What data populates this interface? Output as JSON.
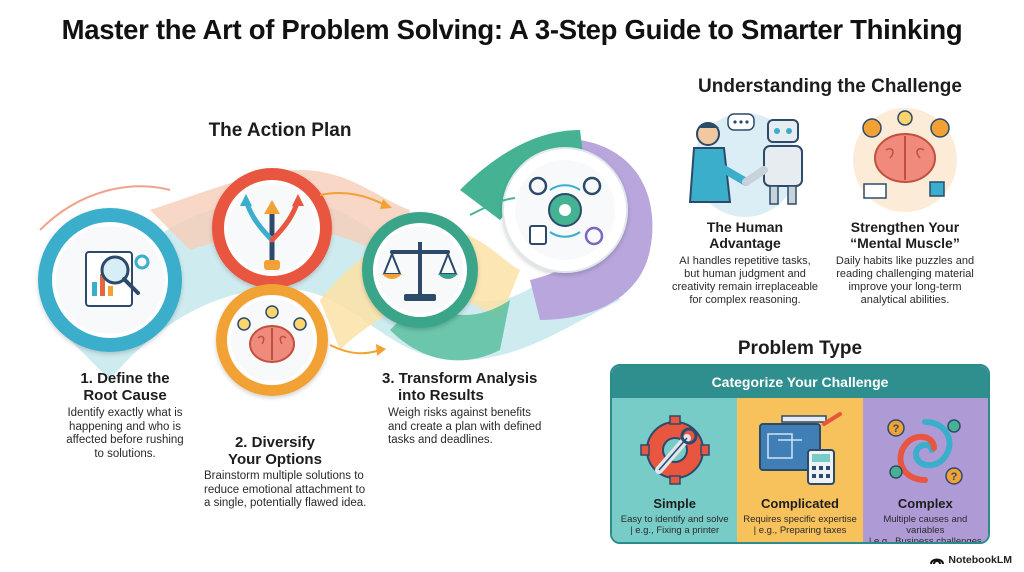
{
  "title": "Master the Art of Problem Solving: A 3-Step Guide to Smarter Thinking",
  "action_plan": {
    "heading": "The Action Plan",
    "steps": [
      {
        "title_line1": "1. Define the",
        "title_line2": "Root Cause",
        "desc": [
          "Identify exactly what is",
          "happening and who is",
          "affected before rushing",
          "to solutions."
        ],
        "icon": "magnifier-chart-icon",
        "color": "#3aaecb"
      },
      {
        "title_line1": "2. Diversify",
        "title_line2": "Your Options",
        "desc": [
          "Brainstorm multiple solutions to",
          "reduce emotional attachment to",
          "a single, potentially flawed idea."
        ],
        "icon": "branching-arrows-brain-icon",
        "color": "#f2a234"
      },
      {
        "title_line1": "3. Transform Analysis",
        "title_line2": "into Results",
        "desc": [
          "Weigh risks against benefits",
          "and create a plan with defined",
          "tasks and deadlines."
        ],
        "icon": "balance-scale-gears-icon",
        "color": "#3aa58a"
      }
    ]
  },
  "understanding": {
    "heading": "Understanding the Challenge",
    "cards": [
      {
        "title_line1": "The Human",
        "title_line2": "Advantage",
        "desc": [
          "AI handles repetitive tasks,",
          "but human judgment and",
          "creativity remain irreplaceable",
          "for complex reasoning."
        ],
        "icon": "human-robot-handshake-icon"
      },
      {
        "title_line1": "Strengthen Your",
        "title_line2": "“Mental Muscle”",
        "desc": [
          "Daily habits like puzzles and",
          "reading challenging material",
          "improve your long-term",
          "analytical abilities."
        ],
        "icon": "brain-puzzle-icon"
      }
    ]
  },
  "problem_type": {
    "heading": "Problem Type",
    "header": "Categorize Your Challenge",
    "types": [
      {
        "name": "Simple",
        "desc_line1": "Easy to identify and solve",
        "desc_line2": "| e.g., Fixing a printer",
        "color": "#77ccc8",
        "icon": "gear-wrench-icon"
      },
      {
        "name": "Complicated",
        "desc_line1": "Requires specific expertise",
        "desc_line2": "| e.g., Preparing taxes",
        "color": "#f7c25c",
        "icon": "blueprint-calculator-icon"
      },
      {
        "name": "Complex",
        "desc_line1": "Multiple causes and variables",
        "desc_line2": "| e.g., Business challenges",
        "color": "#ae9bd6",
        "icon": "swirl-gears-icon"
      }
    ]
  },
  "brand": "NotebookLM"
}
